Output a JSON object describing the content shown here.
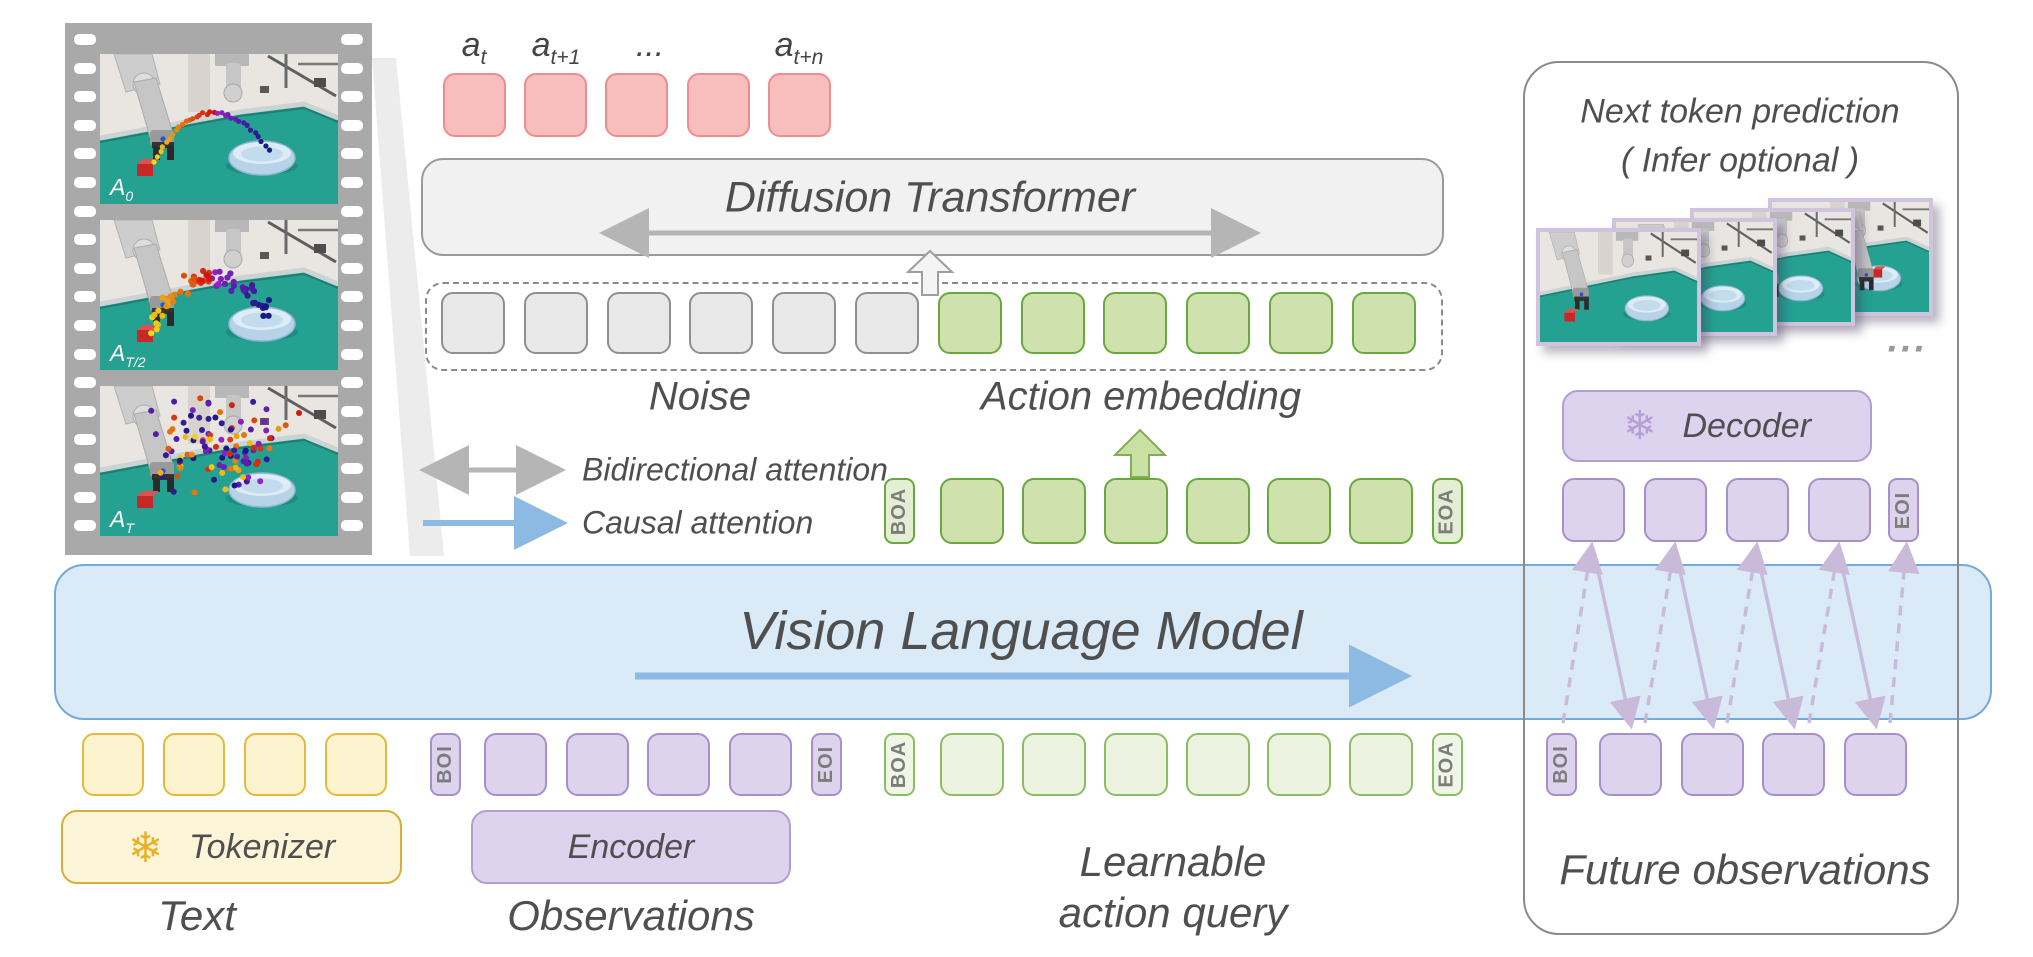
{
  "figure": {
    "film": {
      "frame_labels": [
        {
          "base": "A",
          "sub": "0"
        },
        {
          "base": "A",
          "sub": "T/2"
        },
        {
          "base": "A",
          "sub": "T"
        }
      ]
    },
    "action_outputs": {
      "labels": [
        {
          "base": "a",
          "sub": "t"
        },
        {
          "base": "a",
          "sub": "t+1"
        },
        {
          "base": "...",
          "sub": ""
        },
        {
          "base": "a",
          "sub": "t+n"
        }
      ],
      "token_count": 5
    },
    "diffusion_transformer": {
      "label": "Diffusion Transformer"
    },
    "noise_action_row": {
      "noise_label": "Noise",
      "embedding_label": "Action embedding",
      "noise_tokens": 6,
      "embedding_tokens": 6
    },
    "legend": {
      "bidirectional": "Bidirectional attention",
      "causal": "Causal attention"
    },
    "action_embedding_row": {
      "start_tag": "BOA",
      "end_tag": "EOA",
      "token_count": 6
    },
    "vlm": {
      "label": "Vision Language Model"
    },
    "text_input": {
      "token_count": 4,
      "box_label": "Tokenizer",
      "label": "Text"
    },
    "observations_input": {
      "start_tag": "BOI",
      "end_tag": "EOI",
      "token_count": 4,
      "box_label": "Encoder",
      "label": "Observations"
    },
    "action_query_input": {
      "start_tag": "BOA",
      "end_tag": "EOA",
      "token_count": 6,
      "label_line1": "Learnable",
      "label_line2": "action query"
    },
    "future_obs_input": {
      "start_tag": "BOI",
      "token_count": 4,
      "label": "Future observations"
    },
    "right_panel": {
      "title": "Next token prediction",
      "subtitle": "( Infer optional )",
      "decoder_label": "Decoder",
      "output_tokens": 4,
      "end_tag": "EOI",
      "ellipsis": "...",
      "image_count": 4
    },
    "icons": {
      "snowflake": "❄"
    },
    "colors": {
      "pink": "#f8bdbd",
      "pink_border": "#ee8d8d",
      "gray_token": "#e9e9e9",
      "gray_token_border": "#8f8f8f",
      "green": "#cfe2ad",
      "green_border": "#6aa73f",
      "light_green": "#ecf3e0",
      "light_green_border": "#8dbd63",
      "yellow": "#fdf3cf",
      "yellow_border": "#e3b93e",
      "purple": "#ded3ed",
      "purple_border": "#a78fc9",
      "purple_box": "#ded3ee",
      "purple_box_border": "#b19fd0",
      "vlm_fill": "#daeaf6",
      "vlm_border": "#74a9d8",
      "blue_arrow": "#8cbae2",
      "gray_arrow": "#b5b5b5",
      "purple_arrow": "#c9bada",
      "dt_fill": "#f1f1f1",
      "dt_border": "#9a9a9a",
      "snowflake_gold": "#e8b227",
      "snowflake_purple": "#b49fd6"
    }
  }
}
